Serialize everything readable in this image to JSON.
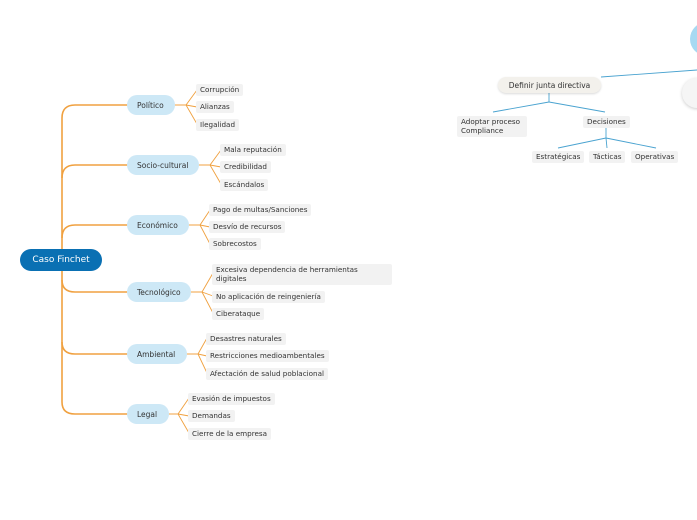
{
  "root": "Caso Finchet",
  "branches": [
    {
      "label": "Político",
      "items": [
        "Corrupción",
        "Alianzas",
        "Ilegalidad"
      ]
    },
    {
      "label": "Socio-cultural",
      "items": [
        "Mala reputación",
        "Credibilidad",
        "Escándalos"
      ]
    },
    {
      "label": "Económico",
      "items": [
        "Pago de multas/Sanciones",
        "Desvío de recursos",
        "Sobrecostos"
      ]
    },
    {
      "label": "Tecnológico",
      "items": [
        "Excesiva dependencia de herramientas digitales",
        "No aplicación de reingeniería",
        "Ciberataque"
      ]
    },
    {
      "label": "Ambiental",
      "items": [
        "Desastres naturales",
        "Restricciones medioambentales",
        "Afectación de salud poblacional"
      ]
    },
    {
      "label": "Legal",
      "items": [
        "Evasión de impuestos",
        "Demandas",
        "Cierre de la empresa"
      ]
    }
  ],
  "right_tree": {
    "top": "Definir junta directiva",
    "left_child": "Adoptar proceso Compliance",
    "right_child": "Decisiones",
    "decisions": [
      "Estratégicas",
      "Tácticas",
      "Operativas"
    ]
  },
  "colors": {
    "root": "#0a70b3",
    "branch_fill": "#cde8f6",
    "left_connector": "#f0a140",
    "right_connector": "#4aa3d0"
  }
}
